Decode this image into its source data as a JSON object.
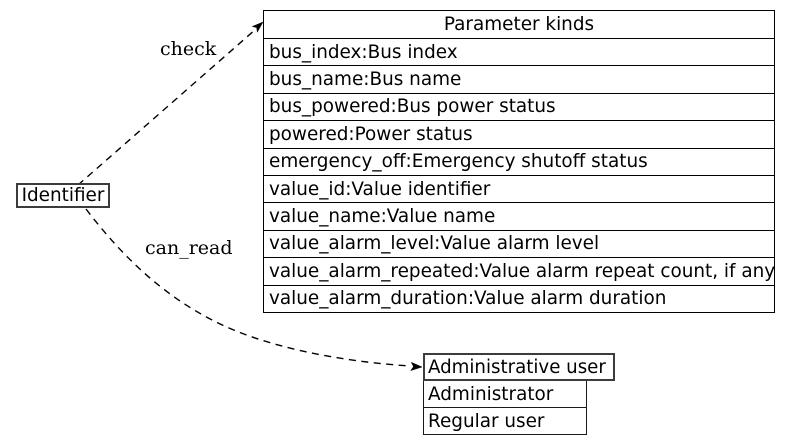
{
  "diagram": {
    "identifier_node": {
      "label": "Identifier"
    },
    "edges": [
      {
        "label": "check",
        "from": "Identifier",
        "to": "Parameter kinds",
        "style": "dashed"
      },
      {
        "label": "can_read",
        "from": "Identifier",
        "to": "Administrative user",
        "style": "dashed"
      }
    ],
    "parameter_table": {
      "title": "Parameter kinds",
      "rows": [
        "bus_index:Bus index",
        "bus_name:Bus name",
        "bus_powered:Bus power status",
        "powered:Power status",
        "emergency_off:Emergency shutoff status",
        "value_id:Value identifier",
        "value_name:Value name",
        "value_alarm_level:Value alarm level",
        "value_alarm_repeated:Value alarm repeat count, if any",
        "value_alarm_duration:Value alarm duration"
      ]
    },
    "user_table": {
      "title": "Administrative user",
      "rows": [
        "Administrator",
        "Regular user"
      ]
    },
    "colors": {
      "background": "#ffffff",
      "line": "#000000",
      "node_border": "#3c3c3c",
      "table_border": "#000000",
      "text": "#000000"
    }
  }
}
